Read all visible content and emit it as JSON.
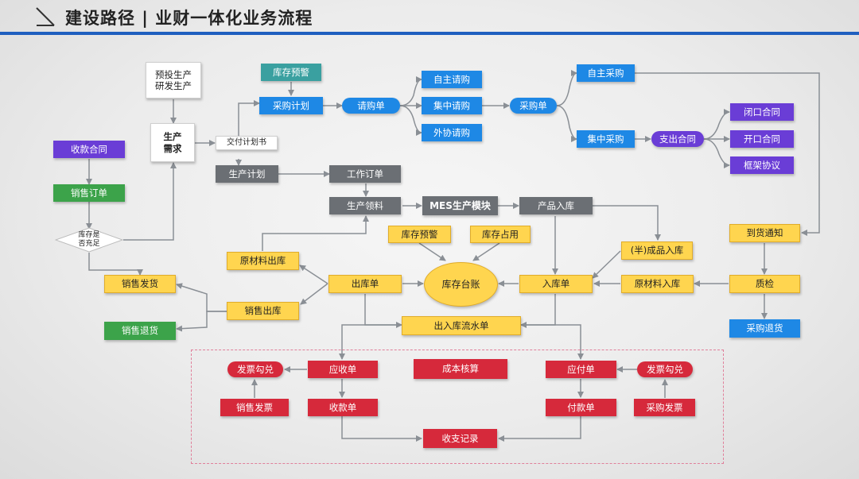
{
  "header": {
    "title": "建设路径 | 业财一体化业务流程",
    "accent_color": "#1f5fbf"
  },
  "nodes": {
    "yutou": "预投生产\n研发生产",
    "shengchan_xuqiu": "生产\n需求",
    "jiaofu": "交付计划书",
    "shoukuan_hetong": "收款合同",
    "xiaoshou_dingdan": "销售订单",
    "kucun_chongzu": "库存是\n否充足",
    "kucun_yujing_top": "库存预警",
    "caigou_jihua": "采购计划",
    "qinggou_dan": "请购单",
    "zizhu_qinggou": "自主请购",
    "jizhong_qinggou": "集中请购",
    "waixie_qinggou": "外协请购",
    "caigou_dan": "采购单",
    "zizhu_caigou": "自主采购",
    "jizhong_caigou": "集中采购",
    "zhichu_hetong": "支出合同",
    "bikou_hetong": "闭口合同",
    "kaikou_hetong": "开口合同",
    "kuangjia_xieyi": "框架协议",
    "shengchan_jihua": "生产计划",
    "gongzuo_dingdan": "工作订单",
    "shengchan_lingliao": "生产领料",
    "mes": "MES生产模块",
    "chanpin_ruku": "产品入库",
    "daohuo_tongzhi": "到货通知",
    "kucun_yujing_mid": "库存预警",
    "kucun_zhanyong": "库存占用",
    "ban_chengpin_ruku": "(半)成品入库",
    "yuancailiao_chuku": "原材料出库",
    "chuku_dan": "出库单",
    "kucun_taizhang": "库存台账",
    "ruku_dan": "入库单",
    "yuancailiao_ruku": "原材料入库",
    "zhijian": "质检",
    "xiaoshou_fahuo": "销售发货",
    "xiaoshou_chuku": "销售出库",
    "xiaoshou_tuihuo": "销售退货",
    "caigou_tuihuo": "采购退货",
    "churuku_liushui": "出入库流水单",
    "fapiao_gouduì_left": "发票勾兑",
    "yingshou_dan": "应收单",
    "chengben_hesuan": "成本核算",
    "yingfu_dan": "应付单",
    "fapiao_goudui_right": "发票勾兑",
    "xiaoshou_fapiao": "销售发票",
    "shoukuan_dan": "收款单",
    "fukuan_dan": "付款单",
    "caigou_fapiao": "采购发票",
    "shouzhi_jilu": "收支记录"
  },
  "colors": {
    "blue": "#1e88e5",
    "teal": "#3aa0a0",
    "purple": "#6a3dd6",
    "green": "#3ca34a",
    "gray": "#6b6f74",
    "yellow": "#ffd54f",
    "red": "#d6293b",
    "connector": "#8a8f95"
  }
}
